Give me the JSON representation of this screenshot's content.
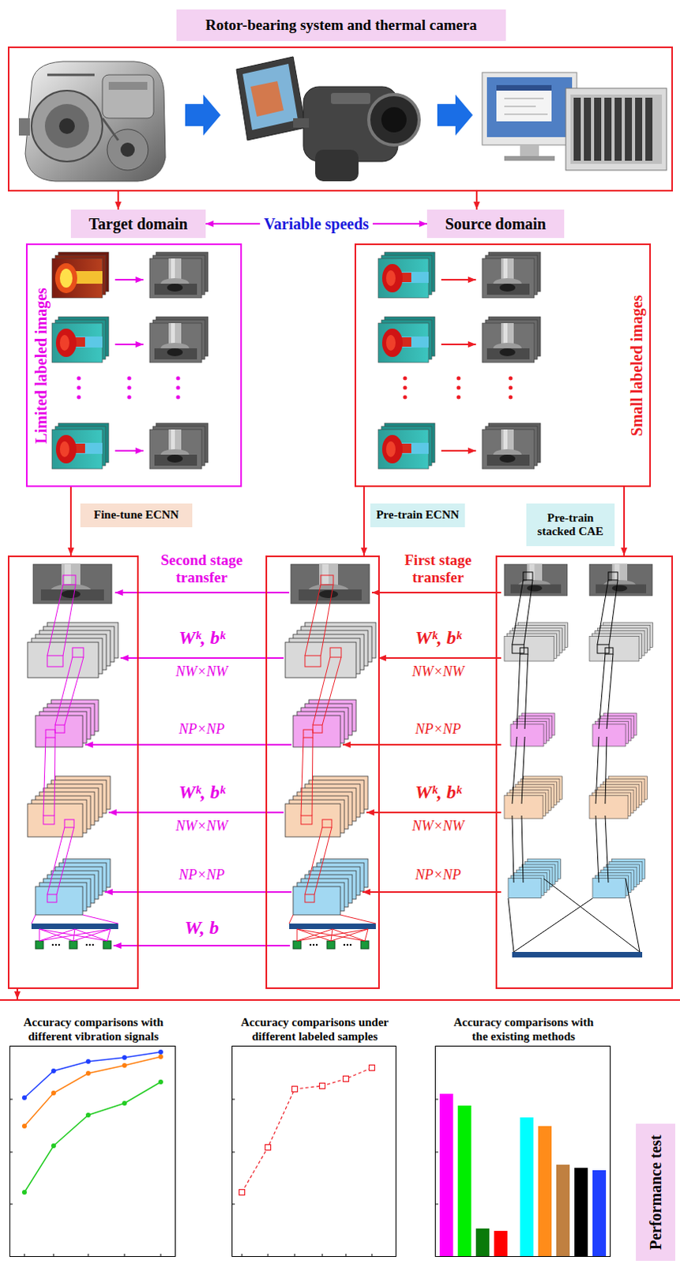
{
  "diagram": {
    "nodes": [
      {
        "text": [
          "Rotor-bearing system and thermal camera"
        ]
      },
      {
        "text": [
          "Target domain"
        ]
      },
      {
        "text": [
          "Source domain"
        ]
      },
      {
        "text": [
          "Limited labeled images"
        ]
      },
      {
        "text": [
          "Small labeled images"
        ]
      },
      {
        "text": [
          "Fine-tune ECNN"
        ]
      },
      {
        "text": [
          "Pre-train ECNN"
        ]
      },
      {
        "text": [
          "Pre-train stacked CAE"
        ]
      },
      {
        "text": [
          "Performance test"
        ]
      },
      {
        "text": [
          "Accuracy comparisons with different vibration signals"
        ],
        "in": 8
      },
      {
        "text": [
          "Accuracy comparisons under different labeled samples"
        ],
        "in": 8
      },
      {
        "text": [
          "Accuracy comparisons with the existing methods"
        ],
        "in": 8
      }
    ],
    "edges": [
      {
        "from": 0,
        "to": 1,
        "arrow": "to"
      },
      {
        "from": 0,
        "to": 2,
        "arrow": "to"
      },
      {
        "from": 1,
        "to": 2,
        "label": "Variable speeds",
        "arrow": "both"
      },
      {
        "from": 3,
        "to": 5,
        "arrow": "to"
      },
      {
        "from": 4,
        "to": 6,
        "arrow": "to"
      },
      {
        "from": 4,
        "to": 7,
        "arrow": "to"
      },
      {
        "from": 5,
        "to": 8,
        "arrow": "to"
      }
    ],
    "labels": [
      "Second stage transfer",
      "Wᵏ, bᵏ",
      "NW×NW",
      "NP×NP",
      "Wᵏ, bᵏ",
      "NW×NW",
      "NP×NP",
      "W, b",
      "First stage transfer",
      "Wᵏ, bᵏ",
      "NW×NW",
      "NP×NP",
      "Wᵏ, bᵏ",
      "NW×NW",
      "NP×NP"
    ]
  }
}
